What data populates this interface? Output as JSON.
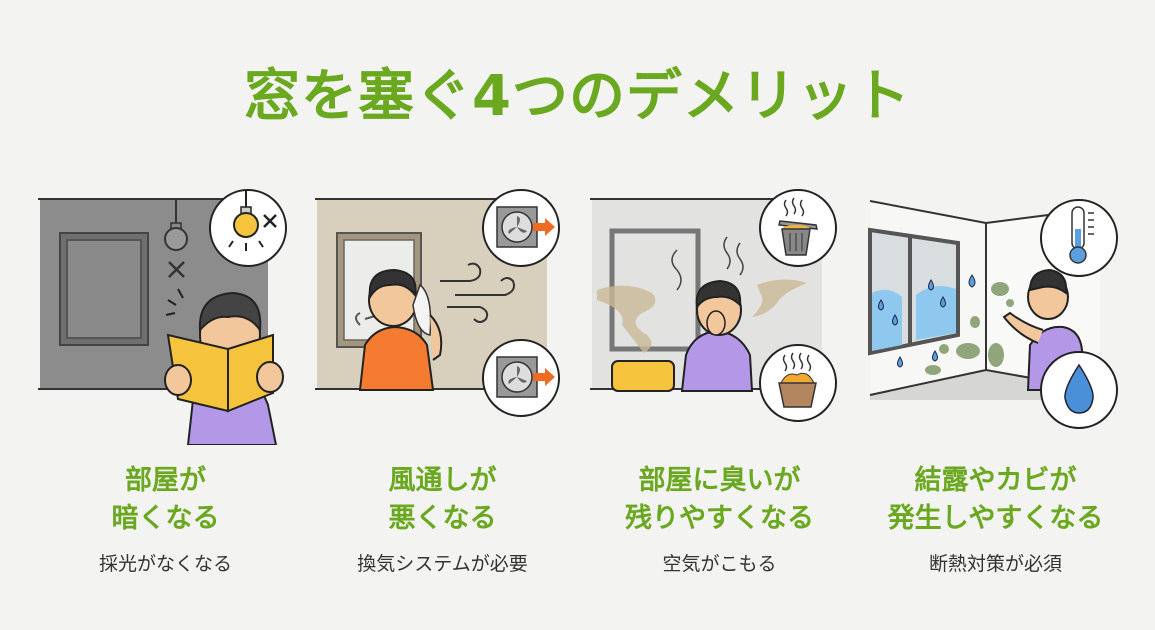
{
  "title": "窓を塞ぐ4つのデメリット",
  "colors": {
    "accent": "#6aa81f",
    "background": "#f3f3f1",
    "caption": "#333333"
  },
  "items": [
    {
      "heading_line1": "部屋が",
      "heading_line2": "暗くなる",
      "caption": "採光がなくなる",
      "icons": [
        "lightbulb-off-icon"
      ]
    },
    {
      "heading_line1": "風通しが",
      "heading_line2": "悪くなる",
      "caption": "換気システムが必要",
      "icons": [
        "exhaust-fan-icon",
        "exhaust-fan-icon"
      ]
    },
    {
      "heading_line1": "部屋に臭いが",
      "heading_line2": "残りやすくなる",
      "caption": "空気がこもる",
      "icons": [
        "smelly-trash-can-icon",
        "smelly-food-bowl-icon"
      ]
    },
    {
      "heading_line1": "結露やカビが",
      "heading_line2": "発生しやすくなる",
      "caption": "断熱対策が必須",
      "icons": [
        "thermometer-icon",
        "water-drop-icon"
      ]
    }
  ]
}
